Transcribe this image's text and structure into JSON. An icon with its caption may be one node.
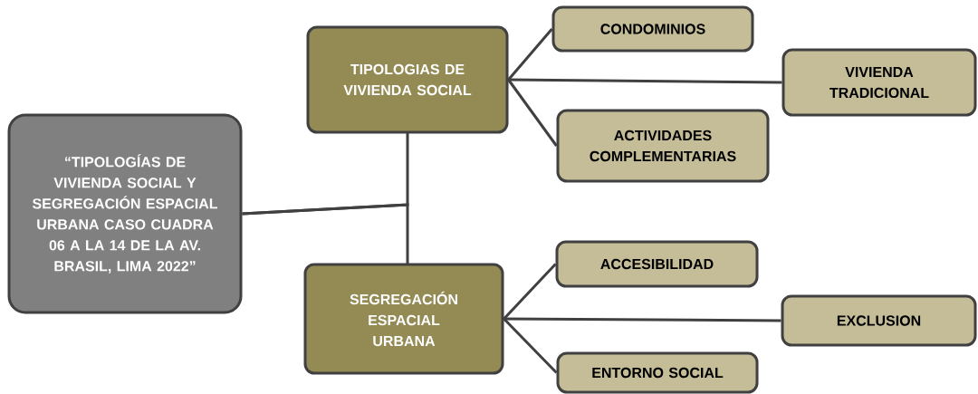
{
  "diagram": {
    "nodes": [
      {
        "text": [
          "“TIPOLOGÍAS DE VIVIENDA SOCIAL Y SEGREGACIÓN ESPACIAL URBANA CASO CUADRA 06 A LA 14 DE LA AV. BRASIL, LIMA 2022”"
        ]
      },
      {
        "text": [
          "TIPOLOGIAS DE VIVIENDA SOCIAL"
        ]
      },
      {
        "text": [
          "SEGREGACIÓN ESPACIAL URBANA"
        ]
      },
      {
        "text": [
          "CONDOMINIOS"
        ]
      },
      {
        "text": [
          "VIVIENDA TRADICIONAL"
        ]
      },
      {
        "text": [
          "ACTIVIDADES COMPLEMENTARIAS"
        ]
      },
      {
        "text": [
          "ACCESIBILIDAD"
        ]
      },
      {
        "text": [
          "EXCLUSION"
        ]
      },
      {
        "text": [
          "ENTORNO SOCIAL"
        ]
      }
    ],
    "edges": [
      {
        "from": 0,
        "to": 1,
        "arrow": "none"
      },
      {
        "from": 0,
        "to": 2,
        "arrow": "none"
      },
      {
        "from": 1,
        "to": 3,
        "arrow": "none"
      },
      {
        "from": 1,
        "to": 4,
        "arrow": "none"
      },
      {
        "from": 1,
        "to": 5,
        "arrow": "none"
      },
      {
        "from": 2,
        "to": 6,
        "arrow": "none"
      },
      {
        "from": 2,
        "to": 7,
        "arrow": "none"
      },
      {
        "from": 2,
        "to": 8,
        "arrow": "none"
      }
    ]
  }
}
